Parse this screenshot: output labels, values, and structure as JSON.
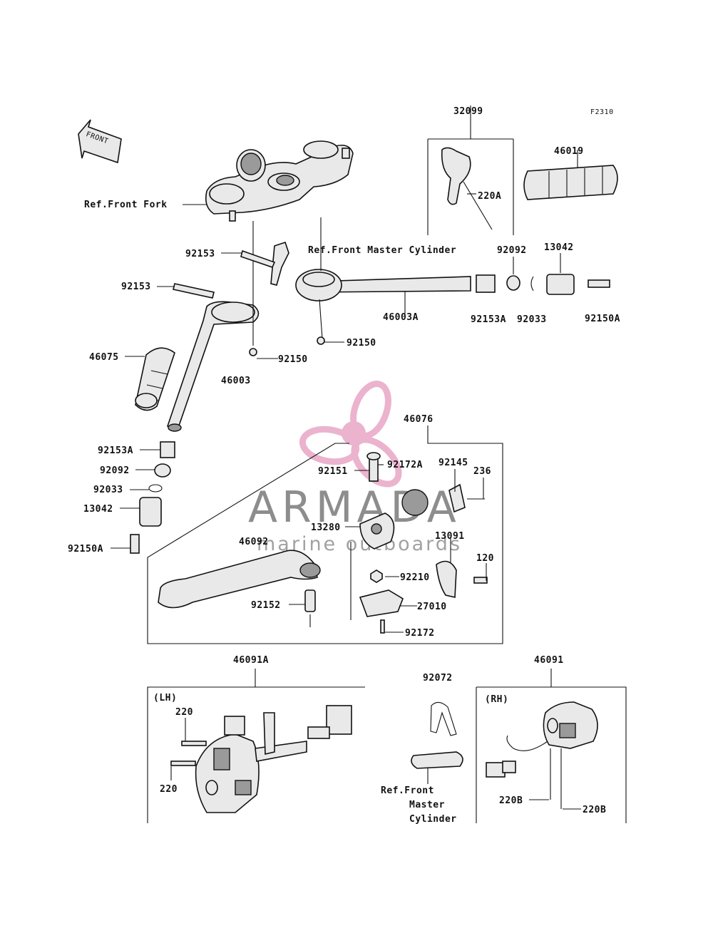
{
  "figure_code": "F2310",
  "front_arrow_text": "FRONT",
  "watermark": {
    "brand": "ARMADA",
    "tagline": "marine outboards",
    "color": "#e8a6c6",
    "text_color": "#777777"
  },
  "labels": {
    "p32099": "32099",
    "p46019": "46019",
    "p220A": "220A",
    "ref_front_fork": "Ref.Front Fork",
    "ref_master_cyl": "Ref.Front Master Cylinder",
    "p92092_top": "92092",
    "p13042_top": "13042",
    "p92153_a": "92153",
    "p92153_b": "92153",
    "p46003A": "46003A",
    "p92153A_top": "92153A",
    "p92033_top": "92033",
    "p92150A_top": "92150A",
    "p92150_a": "92150",
    "p92150_b": "92150",
    "p46075": "46075",
    "p46003": "46003",
    "p46076": "46076",
    "p92153A_left": "92153A",
    "p92092_left": "92092",
    "p92033_left": "92033",
    "p13042_left": "13042",
    "p92150A_left": "92150A",
    "p92151": "92151",
    "p92172A": "92172A",
    "p92145": "92145",
    "p236": "236",
    "p13280": "13280",
    "p46092": "46092",
    "p13091": "13091",
    "p120": "120",
    "p92210": "92210",
    "p92152": "92152",
    "p27010": "27010",
    "p92172": "92172",
    "p46091A": "46091A",
    "p46091": "46091",
    "p92072": "92072",
    "lh": "(LH)",
    "rh": "(RH)",
    "p220_a": "220",
    "p220_b": "220",
    "p220B_a": "220B",
    "p220B_b": "220B",
    "ref_front": "Ref.Front",
    "master": "Master",
    "cylinder": "Cylinder"
  }
}
